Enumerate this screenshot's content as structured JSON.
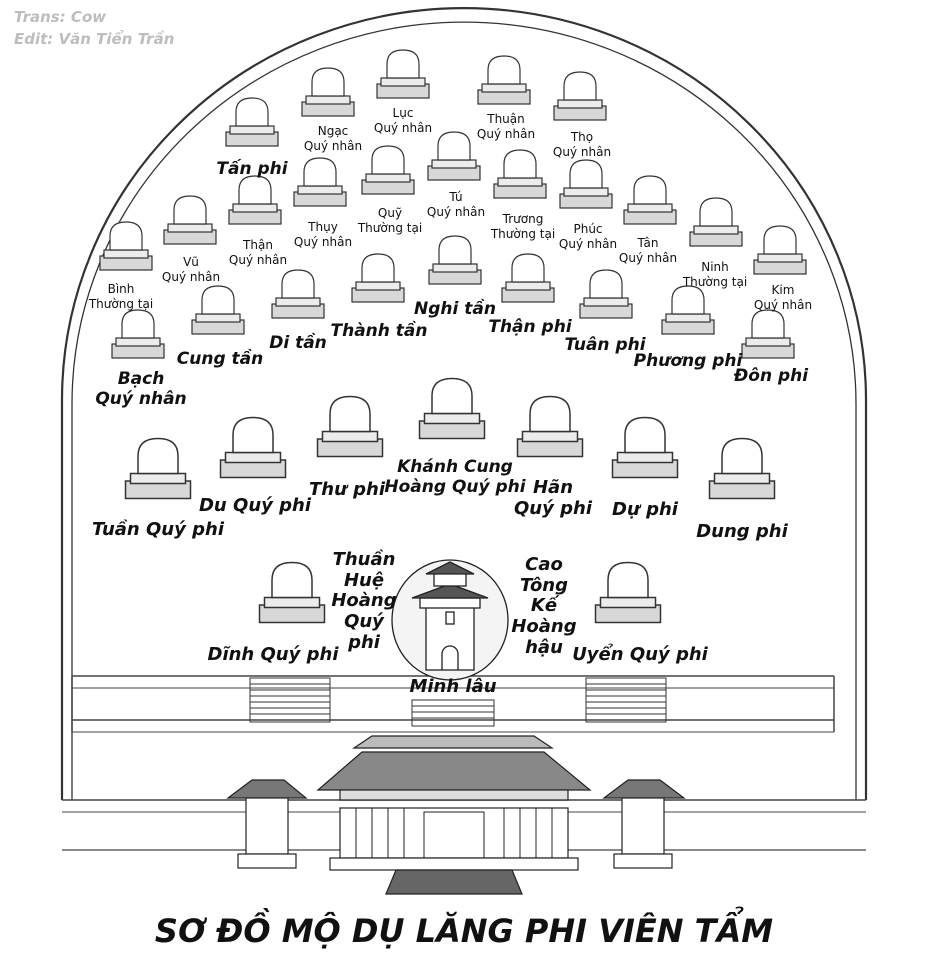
{
  "credits": {
    "trans": "Trans: Cow",
    "edit": "Edit: Văn Tiển Trần"
  },
  "title": "SƠ ĐỒ MỘ DỤ LĂNG PHI VIÊN TẨM",
  "tombs": [
    {
      "id": "tan-phi",
      "label": "Tấn phi"
    },
    {
      "id": "ngac-quy-nhan",
      "label": "Ngạc\nQuý nhân"
    },
    {
      "id": "luc-quy-nhan",
      "label": "Lục\nQuý nhân"
    },
    {
      "id": "thuan-quy-nhan",
      "label": "Thuận\nQuý nhân"
    },
    {
      "id": "tho-quy-nhan",
      "label": "Thọ\nQuý nhân"
    },
    {
      "id": "tu-quy-nhan",
      "label": "Tú\nQuý nhân"
    },
    {
      "id": "quy-thuong-tai",
      "label": "Quỹ\nThường tại"
    },
    {
      "id": "thuy-quy-nhan",
      "label": "Thụy\nQuý nhân"
    },
    {
      "id": "truong-thuong-tai",
      "label": "Trương\nThường tại"
    },
    {
      "id": "phuc-quy-nhan",
      "label": "Phúc\nQuý nhân"
    },
    {
      "id": "tan-quy-nhan",
      "label": "Tân\nQuý nhân"
    },
    {
      "id": "vu-quy-nhan",
      "label": "Vũ\nQuý nhân"
    },
    {
      "id": "than-quy-nhan",
      "label": "Thận\nQuý nhân"
    },
    {
      "id": "binh-thuong-tai",
      "label": "Bình\nThường tại"
    },
    {
      "id": "ninh-thuong-tai",
      "label": "Ninh\nThường tại"
    },
    {
      "id": "kim-quy-nhan",
      "label": "Kim\nQuý nhân"
    },
    {
      "id": "bach-quy-nhan",
      "label": "Bạch\nQuý nhân"
    },
    {
      "id": "cung-tan",
      "label": "Cung tần"
    },
    {
      "id": "di-tan",
      "label": "Di tần"
    },
    {
      "id": "thanh-tan",
      "label": "Thành tần"
    },
    {
      "id": "nghi-tan",
      "label": "Nghi tần"
    },
    {
      "id": "than-phi",
      "label": "Thận phi"
    },
    {
      "id": "tuan-phi",
      "label": "Tuân phi"
    },
    {
      "id": "phuong-phi",
      "label": "Phương phi"
    },
    {
      "id": "don-phi",
      "label": "Đôn phi"
    },
    {
      "id": "tuan-quy-phi",
      "label": "Tuần Quý phi"
    },
    {
      "id": "du-quy-phi",
      "label": "Du Quý phi"
    },
    {
      "id": "thu-phi",
      "label": "Thư phi"
    },
    {
      "id": "khanh-cung-hoang-quy-phi",
      "label": "Khánh Cung\nHoàng Quý phi"
    },
    {
      "id": "han-quy-phi",
      "label": "Hãn\nQuý phi"
    },
    {
      "id": "du-phi",
      "label": "Dự phi"
    },
    {
      "id": "dung-phi",
      "label": "Dung phi"
    },
    {
      "id": "dinh-quy-phi",
      "label": "Dĩnh Quý phi"
    },
    {
      "id": "thuan-hue-hoang-quy-phi",
      "label": "Thuần\nHuệ\nHoàng\nQuý\nphi"
    },
    {
      "id": "cao-tong-ke-hoang-hau",
      "label": "Cao\nTông\nKế\nHoàng\nhậu"
    },
    {
      "id": "uyen-quy-phi",
      "label": "Uyển Quý phi"
    },
    {
      "id": "minh-lau",
      "label": "Minh lâu"
    }
  ]
}
